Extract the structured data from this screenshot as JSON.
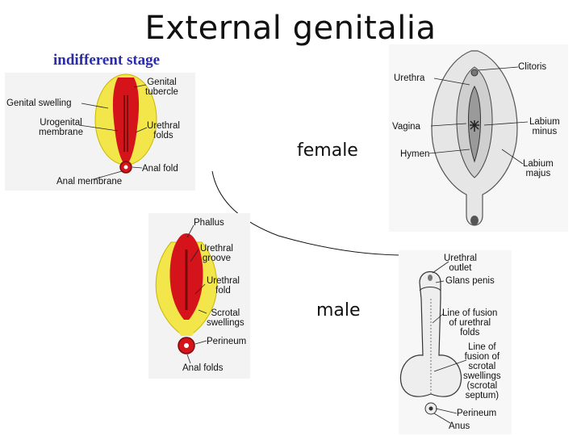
{
  "title": "External genitalia",
  "subtitle": "indifferent stage",
  "female_label": "female",
  "male_label": "male",
  "indifferent_panel": {
    "labels": {
      "genital_tubercle": "Genital\ntubercle",
      "genital_swelling": "Genital swelling",
      "urogenital_membrane": "Urogenital\nmembrane",
      "urethral_folds": "Urethral\nfolds",
      "anal_fold": "Anal fold",
      "anal_membrane": "Anal membrane"
    }
  },
  "indifferent_later_panel": {
    "labels": {
      "phallus": "Phallus",
      "urethral_groove": "Urethral\ngroove",
      "urethral_fold": "Urethral\nfold",
      "scrotal_swellings": "Scrotal\nswellings",
      "perineum": "Perineum",
      "anal_folds": "Anal folds"
    }
  },
  "female_panel": {
    "labels": {
      "urethra": "Urethra",
      "clitoris": "Clitoris",
      "vagina": "Vagina",
      "labium_minus": "Labium\nminus",
      "hymen": "Hymen",
      "labium_majus": "Labium\nmajus"
    }
  },
  "male_panel": {
    "labels": {
      "urethral_outlet": "Urethral\noutlet",
      "glans_penis": "Glans penis",
      "line_fusion_urethral": "Line of fusion\nof urethral\nfolds",
      "line_fusion_scrotal": "Line of\nfusion of\nscrotal\nswellings\n(scrotal\nseptum)",
      "perineum": "Perineum",
      "anus": "Anus"
    }
  },
  "colors": {
    "red": "#d4141a",
    "yellow": "#f2e64a",
    "dark_red": "#7a0a0a",
    "subtitle_blue": "#2b2bb0"
  }
}
